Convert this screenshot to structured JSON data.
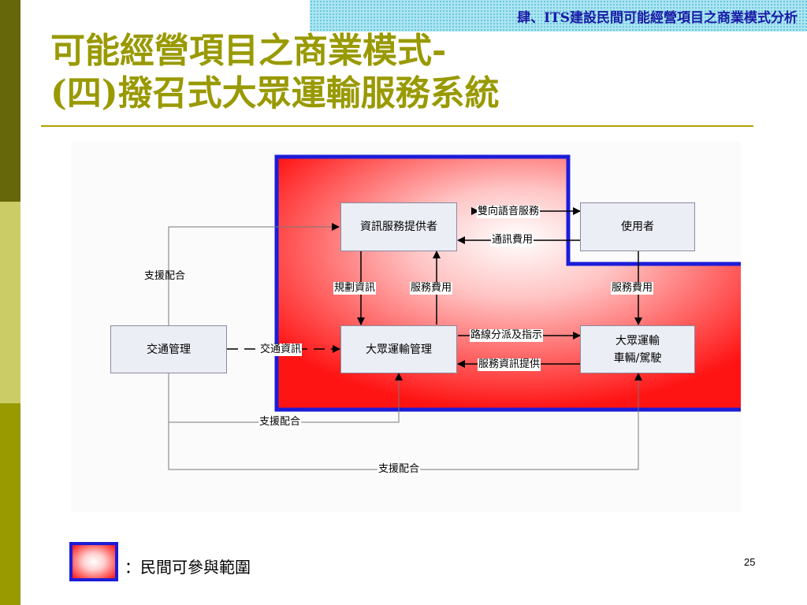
{
  "banner": "肆、ITS建設民間可能經營項目之商業模式分析",
  "title": {
    "line1": "可能經營項目之商業模式-",
    "line2": "(四)撥召式大眾運輸服務系統"
  },
  "diagram": {
    "boxes": {
      "info_provider": "資訊服務提供者",
      "user": "使用者",
      "transit_mgmt": "大眾運輸管理",
      "vehicle_driver_line1": "大眾運輸",
      "vehicle_driver_line2": "車輛/駕駛",
      "traffic_mgmt": "交通管理"
    },
    "labels": {
      "two_way_voice": "雙向語音服務",
      "comm_fee": "通訊費用",
      "planning_info": "規劃資訊",
      "service_fee_1": "服務費用",
      "service_fee_2": "服務費用",
      "route_dispatch": "路線分派及指示",
      "service_info": "服務資訊提供",
      "traffic_info": "交通資訊",
      "support_1": "支援配合",
      "support_2": "支援配合",
      "support_3": "支援配合"
    }
  },
  "legend": {
    "text": "：民間可參與範圍"
  },
  "page_number": "25",
  "colors": {
    "accent_olive": "#999900",
    "banner_text": "#1a1aa6",
    "region_border": "#1c1cd8",
    "region_fill": "#ff2020"
  }
}
